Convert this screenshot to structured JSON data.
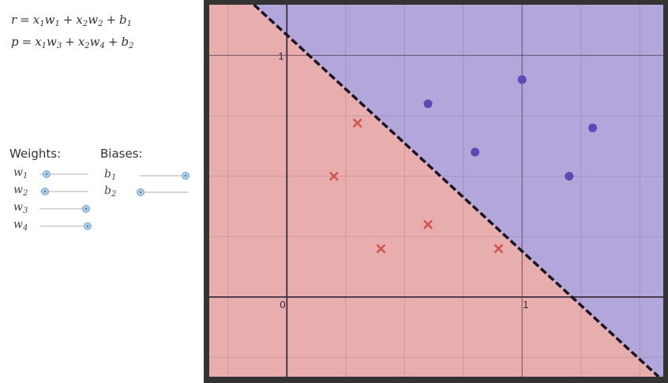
{
  "equations": {
    "r": {
      "lhs": "r",
      "t1x": "x",
      "t1xs": "1",
      "t1w": "w",
      "t1ws": "1",
      "t2x": "x",
      "t2xs": "2",
      "t2w": "w",
      "t2ws": "2",
      "b": "b",
      "bs": "1"
    },
    "p": {
      "lhs": "p",
      "t1x": "x",
      "t1xs": "1",
      "t1w": "w",
      "t1ws": "3",
      "t2x": "x",
      "t2xs": "2",
      "t2w": "w",
      "t2ws": "4",
      "b": "b",
      "bs": "2"
    }
  },
  "weights": {
    "title": "Weights:",
    "items": [
      {
        "name": "w",
        "sub": "1",
        "value": 0.15
      },
      {
        "name": "w",
        "sub": "2",
        "value": 0.12
      },
      {
        "name": "w",
        "sub": "3",
        "value": 0.95
      },
      {
        "name": "w",
        "sub": "4",
        "value": 0.98
      }
    ]
  },
  "biases": {
    "title": "Biases:",
    "items": [
      {
        "name": "b",
        "sub": "1",
        "value": 0.93
      },
      {
        "name": "b",
        "sub": "2",
        "value": 0.02
      }
    ]
  },
  "chart_data": {
    "type": "scatter",
    "xlim": [
      -0.33,
      1.6
    ],
    "ylim": [
      -0.33,
      1.21
    ],
    "xticks": [
      0,
      1
    ],
    "xtick_labels": [
      "0",
      "1"
    ],
    "yticks": [
      1
    ],
    "ytick_labels": [
      "1"
    ],
    "grid": true,
    "grid_step": 0.25,
    "boundary": {
      "x": [
        -0.14,
        1.58
      ],
      "y": [
        1.21,
        -0.33
      ],
      "style": "dashed"
    },
    "regions": {
      "lower_left": "#e8aeae",
      "upper_right": "#b3a6da"
    },
    "series": [
      {
        "marker": "x",
        "color": "#d45353",
        "points": [
          [
            0.2,
            0.5
          ],
          [
            0.3,
            0.72
          ],
          [
            0.4,
            0.2
          ],
          [
            0.6,
            0.3
          ],
          [
            0.9,
            0.2
          ]
        ]
      },
      {
        "marker": "circle",
        "color": "#5e48b4",
        "points": [
          [
            0.6,
            0.8
          ],
          [
            0.8,
            0.6
          ],
          [
            1.0,
            0.9
          ],
          [
            1.2,
            0.5
          ],
          [
            1.3,
            0.7
          ]
        ]
      }
    ]
  }
}
